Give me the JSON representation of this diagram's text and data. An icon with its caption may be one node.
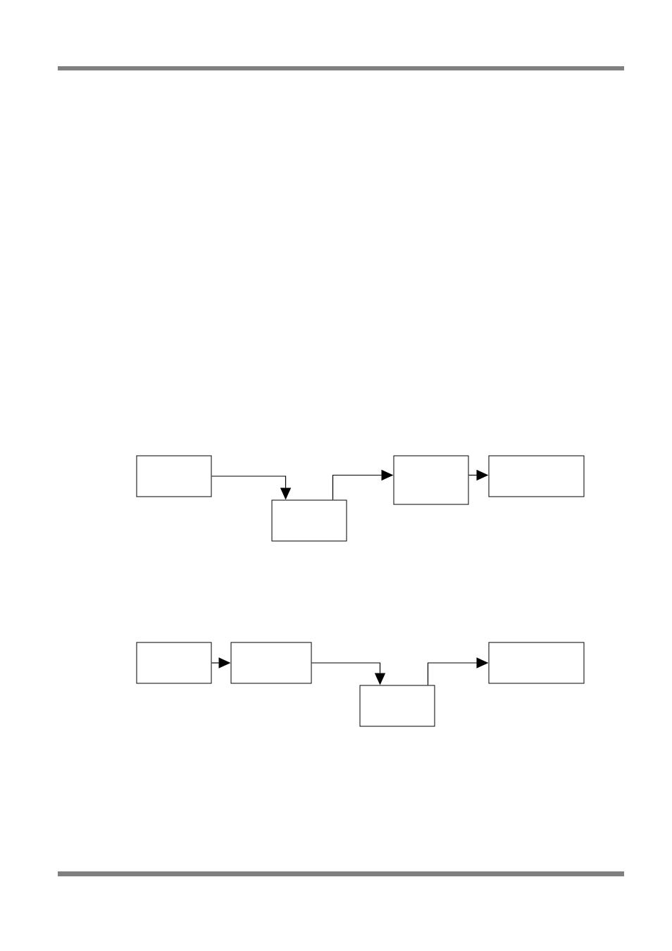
{
  "diagram": {
    "nodes": [
      {
        "text": [],
        "shape": "box"
      },
      {
        "text": [],
        "shape": "box"
      },
      {
        "text": [],
        "shape": "box"
      },
      {
        "text": [],
        "shape": "box"
      },
      {
        "text": [],
        "shape": "box"
      },
      {
        "text": [],
        "shape": "box"
      },
      {
        "text": [],
        "shape": "box"
      },
      {
        "text": [],
        "shape": "box"
      }
    ],
    "edges": [
      {
        "from": 0,
        "to": 1,
        "arrow": "to"
      },
      {
        "from": 1,
        "to": 2,
        "arrow": "to"
      },
      {
        "from": 2,
        "to": 3,
        "arrow": "to"
      },
      {
        "from": 4,
        "to": 5,
        "arrow": "to"
      },
      {
        "from": 5,
        "to": 6,
        "arrow": "to"
      },
      {
        "from": 6,
        "to": 7,
        "arrow": "to"
      }
    ]
  }
}
